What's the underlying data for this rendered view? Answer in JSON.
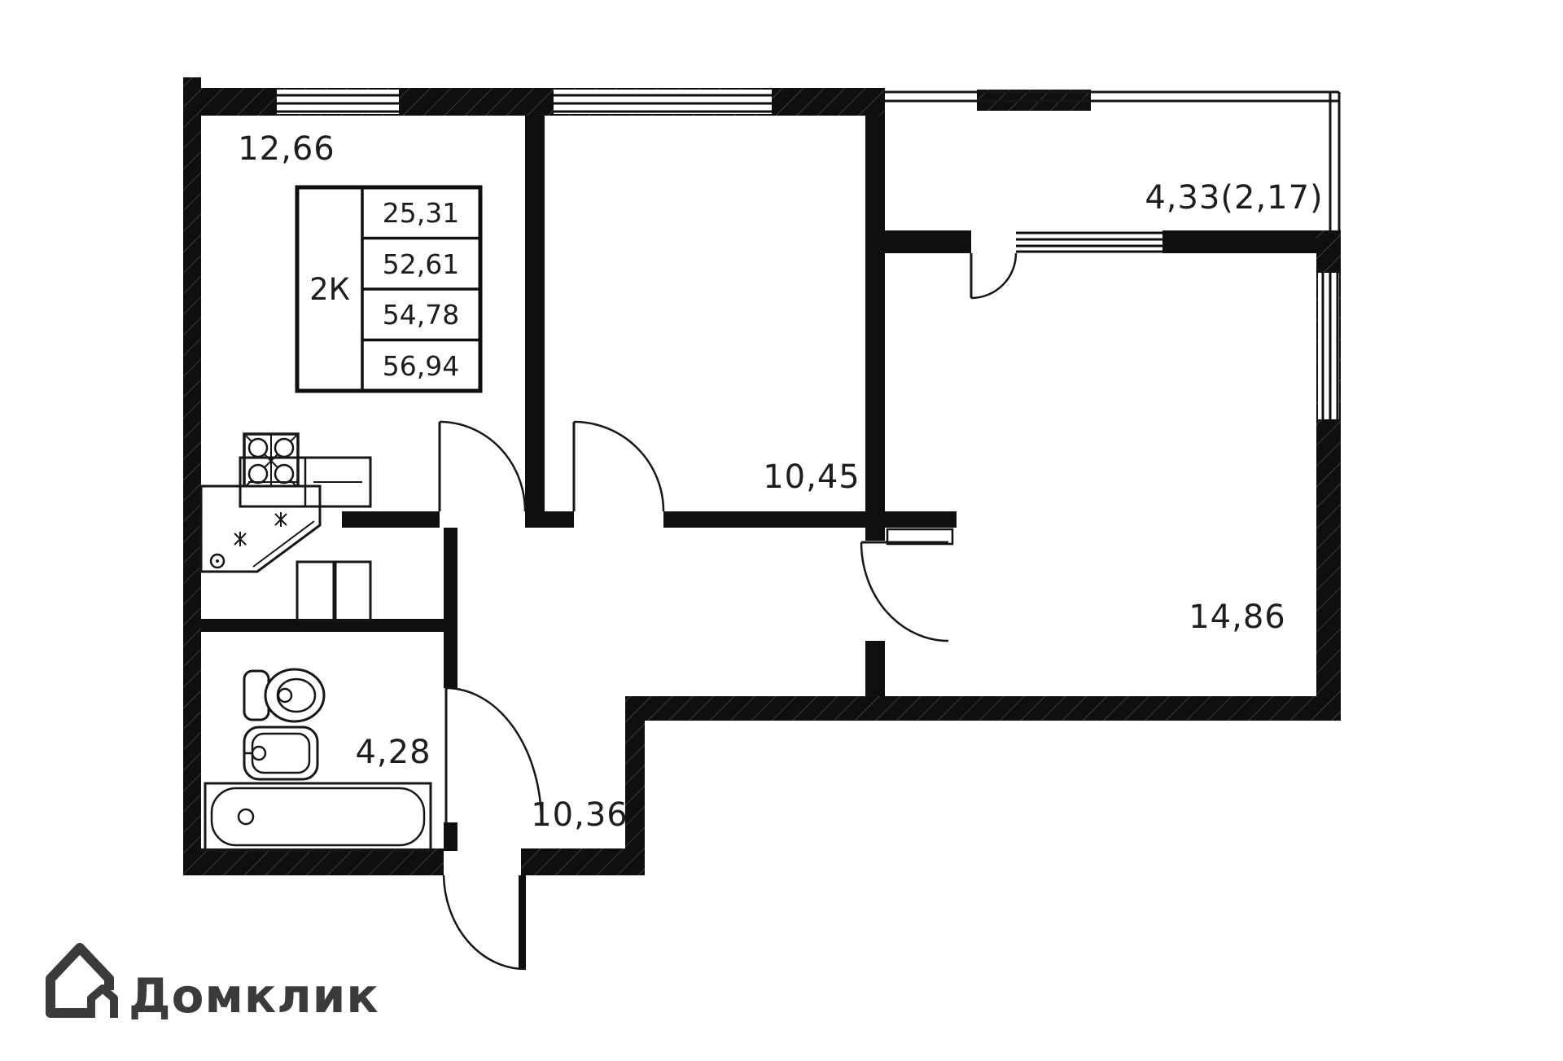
{
  "plan": {
    "type": "apartment-floor-plan",
    "rooms": {
      "kitchen_living": "12,66",
      "bedroom": "10,45",
      "balcony": "4,33(2,17)",
      "bedroom2": "14,86",
      "bathroom": "4,28",
      "hallway": "10,36"
    },
    "info_table": {
      "unit": "2К",
      "rows": [
        "25,31",
        "52,61",
        "54,78",
        "56,94"
      ]
    }
  },
  "branding": {
    "logo_text": "Домклик"
  },
  "colors": {
    "wall": "#0f0f0f",
    "thin_line": "#161616",
    "text": "#1d1d1d",
    "logo": "#3b3b3b",
    "background": "#ffffff"
  }
}
